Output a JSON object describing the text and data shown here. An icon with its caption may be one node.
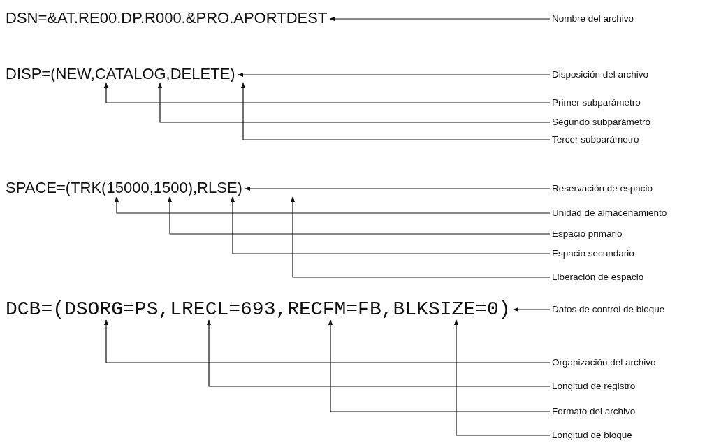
{
  "diagram": {
    "nodes": [
      {
        "text": [
          "DSN=&AT.RE00.DP.R000.&PRO.APORTDEST"
        ]
      },
      {
        "text": [
          "Nombre del archivo"
        ]
      },
      {
        "text": [
          "DISP=(NEW,CATALOG,DELETE)"
        ]
      },
      {
        "text": [
          "Disposición del archivo"
        ]
      },
      {
        "text": [
          "Primer subparámetro"
        ]
      },
      {
        "text": [
          "Segundo subparámetro"
        ]
      },
      {
        "text": [
          "Tercer subparámetro"
        ]
      },
      {
        "text": [
          "SPACE=(TRK(15000,1500),RLSE)"
        ]
      },
      {
        "text": [
          "Reservación de espacio"
        ]
      },
      {
        "text": [
          "Unidad de almacenamiento"
        ]
      },
      {
        "text": [
          "Espacio primario"
        ]
      },
      {
        "text": [
          "Espacio secundario"
        ]
      },
      {
        "text": [
          "Liberación de espacio"
        ]
      },
      {
        "text": [
          "DCB=(DSORG=PS,LRECL=693,RECFM=FB,BLKSIZE=0)"
        ]
      },
      {
        "text": [
          "Datos de control de bloque"
        ]
      },
      {
        "text": [
          "Organización del archivo"
        ]
      },
      {
        "text": [
          "Longitud de registro"
        ]
      },
      {
        "text": [
          "Formato del archivo"
        ]
      },
      {
        "text": [
          "Longitud de bloque"
        ]
      }
    ],
    "edges": [
      {
        "from": 1,
        "to": 0,
        "arrow": "to"
      },
      {
        "from": 3,
        "to": 2,
        "arrow": "to"
      },
      {
        "from": 4,
        "to": 2,
        "arrow": "to"
      },
      {
        "from": 5,
        "to": 2,
        "arrow": "to"
      },
      {
        "from": 6,
        "to": 2,
        "arrow": "to"
      },
      {
        "from": 8,
        "to": 7,
        "arrow": "to"
      },
      {
        "from": 9,
        "to": 7,
        "arrow": "to"
      },
      {
        "from": 10,
        "to": 7,
        "arrow": "to"
      },
      {
        "from": 11,
        "to": 7,
        "arrow": "to"
      },
      {
        "from": 12,
        "to": 7,
        "arrow": "to"
      },
      {
        "from": 14,
        "to": 13,
        "arrow": "to"
      },
      {
        "from": 15,
        "to": 13,
        "arrow": "to"
      },
      {
        "from": 16,
        "to": 13,
        "arrow": "to"
      },
      {
        "from": 17,
        "to": 13,
        "arrow": "to"
      },
      {
        "from": 18,
        "to": 13,
        "arrow": "to"
      }
    ]
  }
}
